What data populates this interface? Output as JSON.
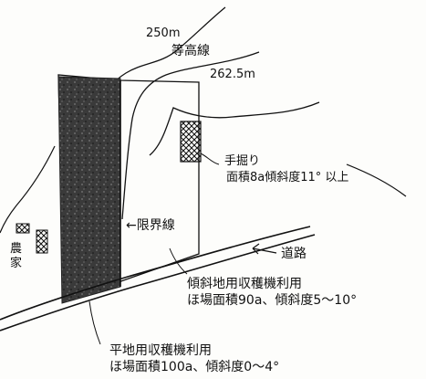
{
  "contours": {
    "elevation_250": "250m",
    "contour_line_term": "等高線",
    "elevation_262": "262.5m"
  },
  "hand_dug": {
    "title": "手掘り",
    "detail": "面積8a傾斜度11° 以上"
  },
  "boundary_label": "←限界線",
  "road_label": "道路",
  "farmhouse_label": "農家",
  "slope_field": {
    "line1": "傾斜地用収穫機利用",
    "line2": "ほ場面積90a、傾斜度5～10°"
  },
  "flat_field": {
    "line1": "平地用収穫機利用",
    "line2": "ほ場面積100a、傾斜度0～4°"
  }
}
